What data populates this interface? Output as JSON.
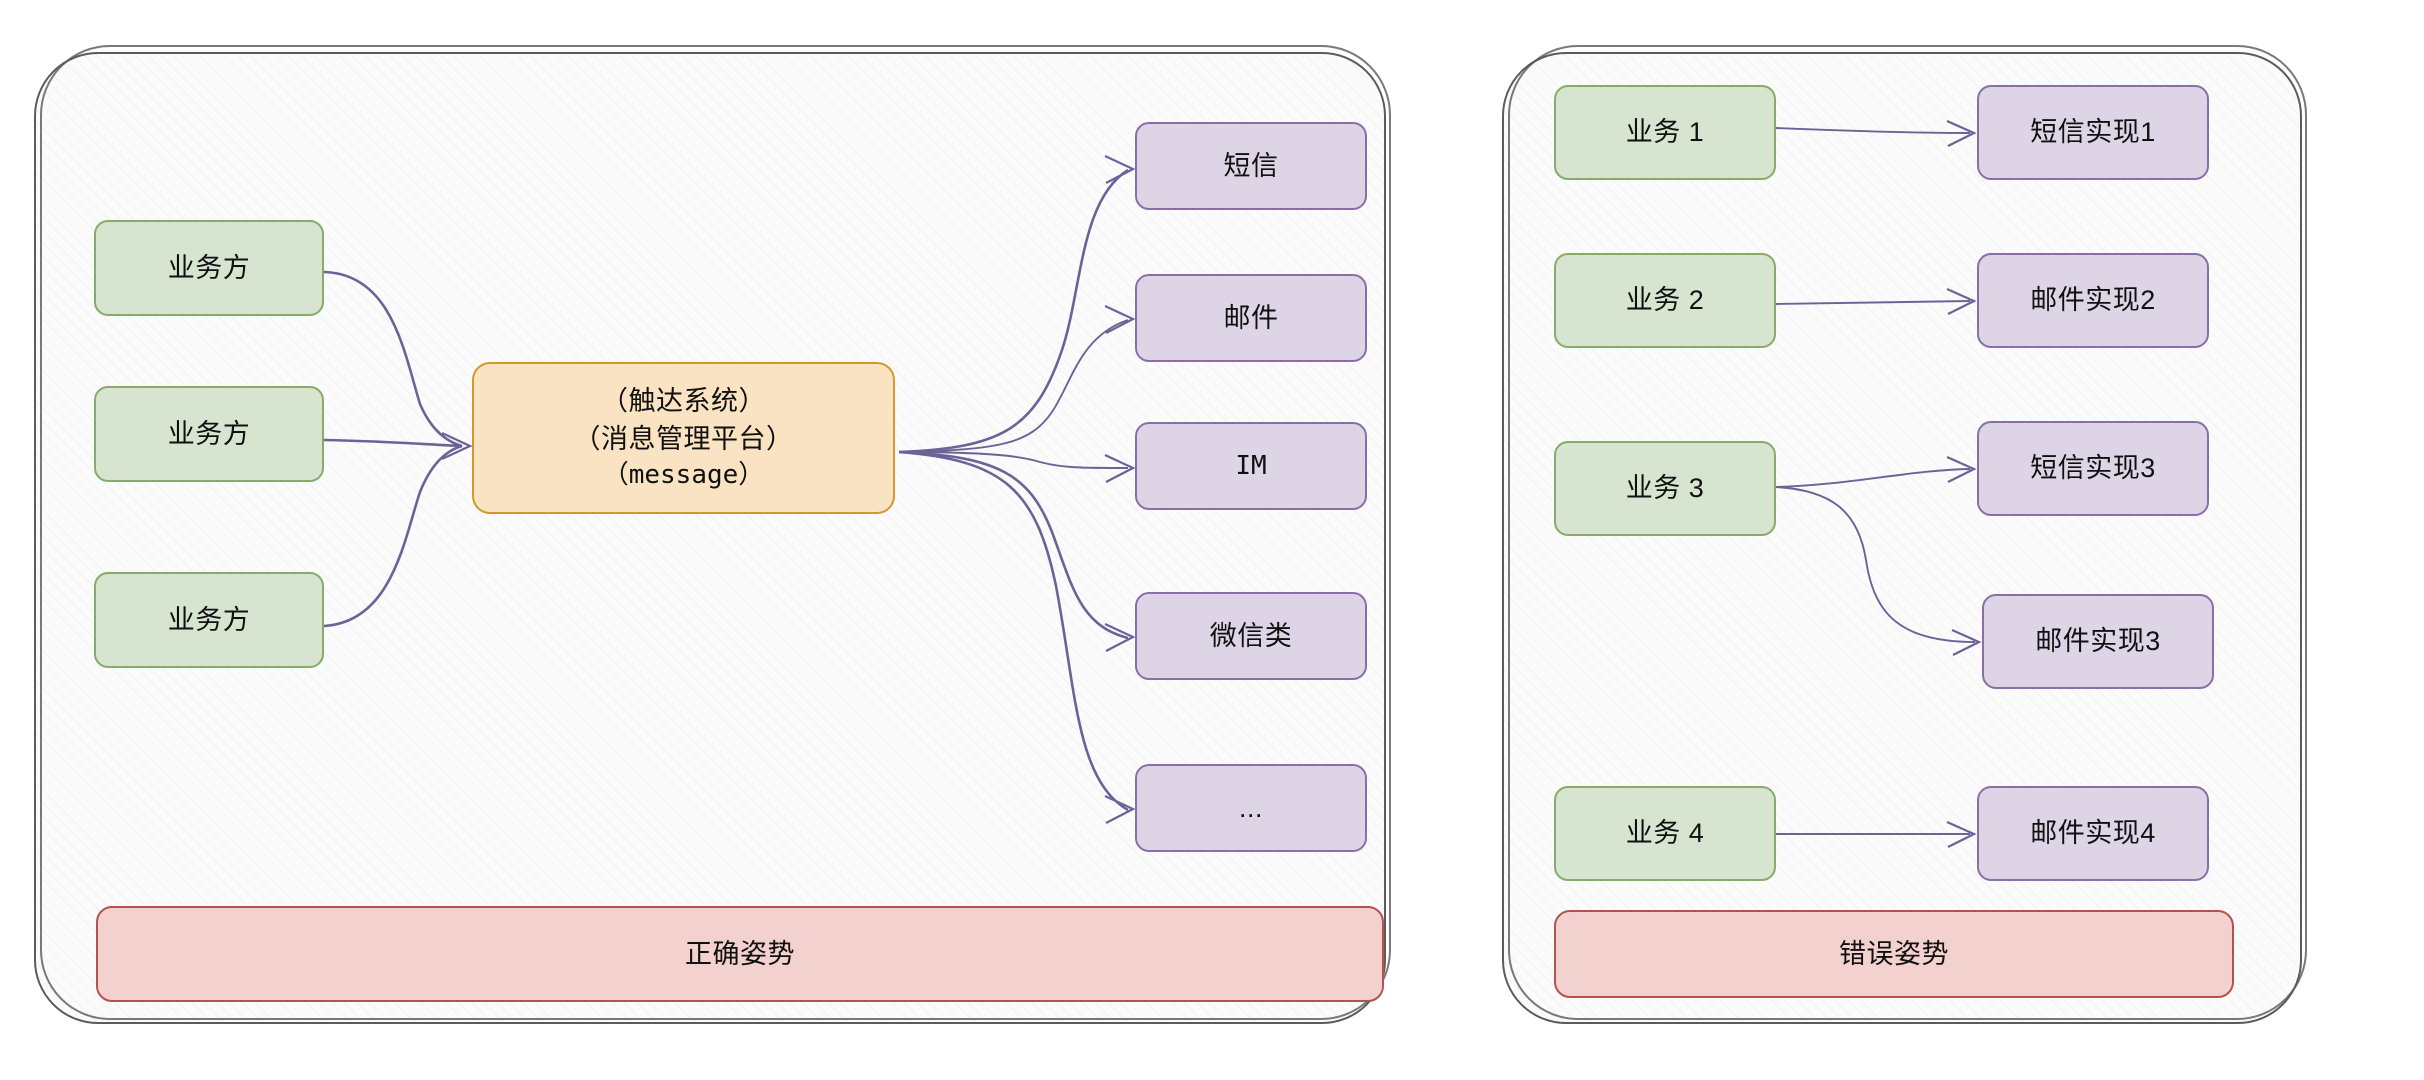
{
  "diagram": {
    "type": "architecture-comparison",
    "accent_colors": {
      "green_fill": "#d7e4d0",
      "green_stroke": "#87ab68",
      "purple_fill": "#ddd5e6",
      "purple_stroke": "#8a6ea8",
      "orange_fill": "#fae3c2",
      "orange_stroke": "#d3982c",
      "red_fill": "#f3d1ce",
      "red_stroke": "#b2534f",
      "edge": "#6b6397",
      "panel_stroke": "#5b5b5b"
    }
  },
  "left_panel": {
    "banner": "正确姿势",
    "producers": [
      {
        "label": "业务方"
      },
      {
        "label": "业务方"
      },
      {
        "label": "业务方"
      }
    ],
    "hub": {
      "line1": "（触达系统）",
      "line2": "（消息管理平台）",
      "line3": "（message）"
    },
    "channels": [
      {
        "label": "短信"
      },
      {
        "label": "邮件"
      },
      {
        "label": "IM"
      },
      {
        "label": "微信类"
      },
      {
        "label": "..."
      }
    ]
  },
  "right_panel": {
    "banner": "错误姿势",
    "businesses": [
      {
        "label": "业务 1"
      },
      {
        "label": "业务 2"
      },
      {
        "label": "业务 3"
      },
      {
        "label": "业务 4"
      }
    ],
    "implementations": [
      {
        "label": "短信实现1"
      },
      {
        "label": "邮件实现2"
      },
      {
        "label": "短信实现3"
      },
      {
        "label": "邮件实现3"
      },
      {
        "label": "邮件实现4"
      }
    ]
  }
}
